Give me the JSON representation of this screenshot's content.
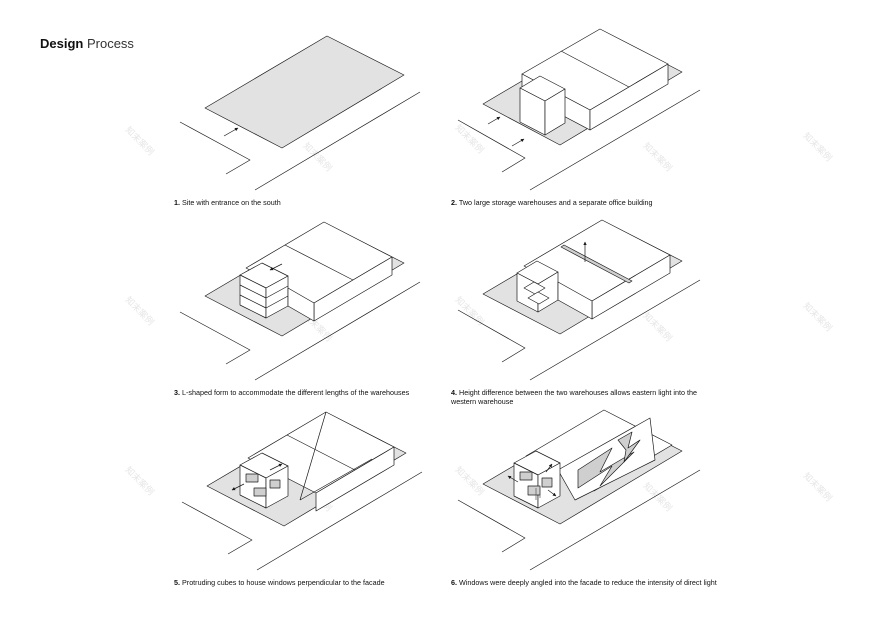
{
  "page": {
    "title_bold": "Design",
    "title_rest": "Process"
  },
  "steps": [
    {
      "number": "1.",
      "text": "Site with entrance on the south"
    },
    {
      "number": "2.",
      "text": "Two large storage warehouses and a separate office building"
    },
    {
      "number": "3.",
      "text": "L-shaped form to accommodate the different lengths of the warehouses"
    },
    {
      "number": "4.",
      "text": "Height difference between the two warehouses allows eastern light into the western warehouse"
    },
    {
      "number": "5.",
      "text": "Protruding cubes to house windows perpendicular to the facade"
    },
    {
      "number": "6.",
      "text": "Windows were deeply angled into the facade to reduce the intensity of direct light"
    }
  ],
  "watermark": {
    "text": "知末案例"
  },
  "colors": {
    "ground": "#e2e2e2",
    "line": "#1a1a1a",
    "volume": "#ffffff",
    "accent_gray": "#cfcfcf",
    "watermark": "#e6e6e6"
  }
}
